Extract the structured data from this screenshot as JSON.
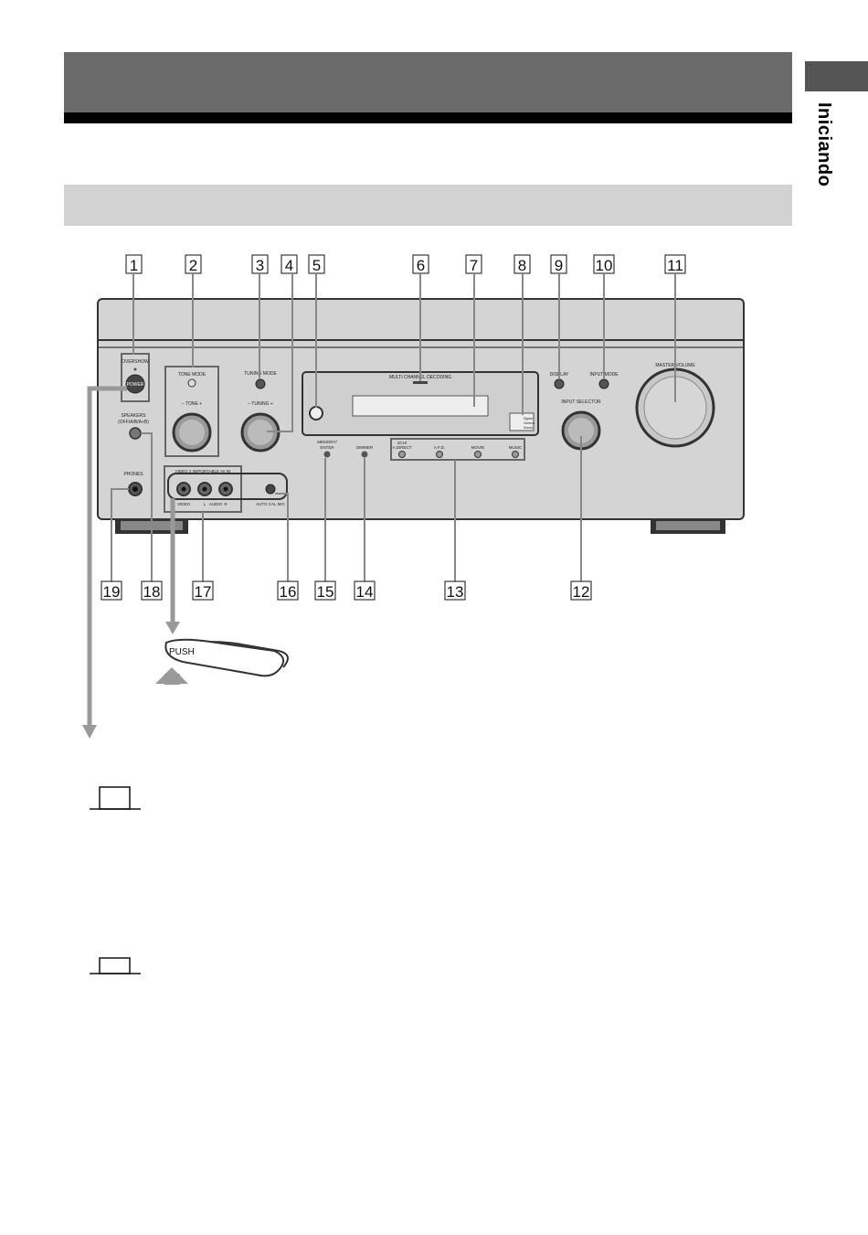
{
  "side_tab": {
    "label": "Iniciando"
  },
  "callouts_top": [
    "1",
    "2",
    "3",
    "4",
    "5",
    "6",
    "7",
    "8",
    "9",
    "10",
    "11"
  ],
  "callouts_bottom": [
    "19",
    "18",
    "17",
    "16",
    "15",
    "14",
    "13",
    "12"
  ],
  "panel_labels": {
    "overshow": "OVERSHOW",
    "power": "POWER",
    "speakers": "SPEAKERS",
    "speakers_sub": "(OFF/A/B/A+B)",
    "phones": "PHONES",
    "tone_mode": "TONE MODE",
    "tone": "– TONE +",
    "tuning_mode": "TUNING MODE",
    "tuning": "– TUNING +",
    "multi_channel": "MULTI CHANNEL DECODING",
    "dimmer": "DIMMER",
    "memory_enter_1": "MEMORY/",
    "memory_enter_2": "ENTER",
    "twoch": "2CH/",
    "a_direct": "A.DIRECT",
    "afd": "A.F.D.",
    "movie": "MOVIE",
    "music": "MUSIC",
    "display": "DISPLAY",
    "input_mode": "INPUT MODE",
    "input_selector": "INPUT SELECTOR",
    "master_volume": "MASTER VOLUME",
    "video2_in": "VIDEO 2 IN/PORTABLE AV IN",
    "video": "VIDEO",
    "audio_l": "L",
    "audio": "AUDIO",
    "audio_r": "R",
    "auto_cal_mic": "AUTO CAL MIC",
    "digital_cinema_1": "Digital",
    "digital_cinema_2": "Cinema",
    "digital_cinema_3": "Sound"
  },
  "push_label": "PUSH"
}
